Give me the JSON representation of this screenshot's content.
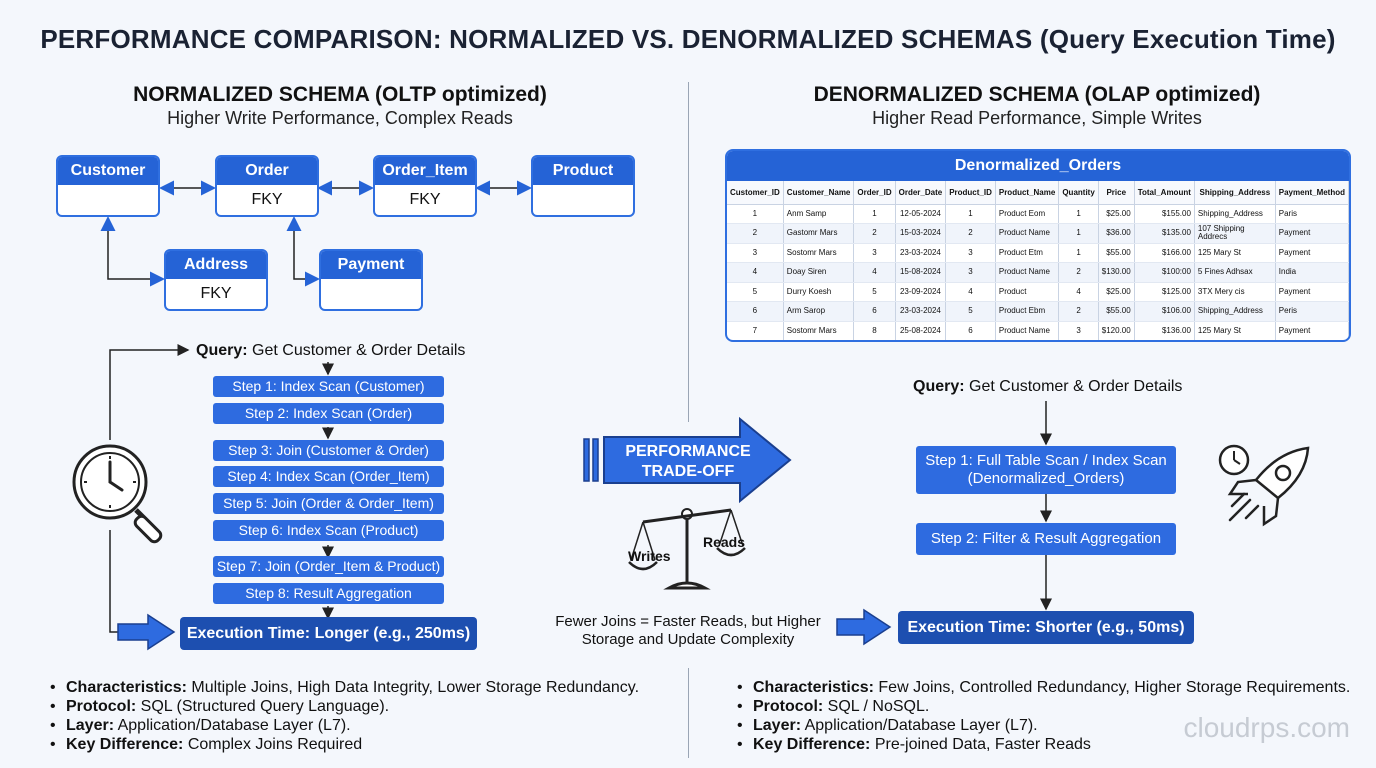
{
  "title": "PERFORMANCE COMPARISON: NORMALIZED VS. DENORMALIZED SCHEMAS (Query Execution Time)",
  "normalized": {
    "title": "NORMALIZED SCHEMA (OLTP optimized)",
    "subtitle": "Higher Write Performance, Complex Reads",
    "entities": {
      "customer": {
        "name": "Customer",
        "body": ""
      },
      "order": {
        "name": "Order",
        "body": "FKY"
      },
      "order_item": {
        "name": "Order_Item",
        "body": "FKY"
      },
      "product": {
        "name": "Product",
        "body": ""
      },
      "address": {
        "name": "Address",
        "body": "FKY"
      },
      "payment": {
        "name": "Payment",
        "body": ""
      }
    },
    "query_label": "Query:",
    "query_text": "Get Customer & Order Details",
    "steps": [
      "Step 1: Index Scan (Customer)",
      "Step 2: Index Scan (Order)",
      "Step 3: Join (Customer & Order)",
      "Step 4: Index Scan (Order_Item)",
      "Step 5: Join (Order & Order_Item)",
      "Step 6: Index Scan (Product)",
      "Step 7: Join (Order_Item & Product)",
      "Step 8: Result Aggregation"
    ],
    "execution": "Execution Time: Longer (e.g., 250ms)",
    "bullets": [
      {
        "label": "Characteristics:",
        "text": " Multiple Joins, High Data Integrity, Lower Storage Redundancy."
      },
      {
        "label": "Protocol:",
        "text": " SQL (Structured Query Language)."
      },
      {
        "label": "Layer:",
        "text": " Application/Database Layer (L7)."
      },
      {
        "label": "Key Difference:",
        "text": " Complex Joins Required"
      }
    ]
  },
  "denormalized": {
    "title": "DENORMALIZED SCHEMA (OLAP optimized)",
    "subtitle": "Higher Read Performance, Simple Writes",
    "table": {
      "title": "Denormalized_Orders",
      "columns": [
        "Customer_ID",
        "Customer_Name",
        "Order_ID",
        "Order_Date",
        "Product_ID",
        "Product_Name",
        "Quantity",
        "Price",
        "Total_Amount",
        "Shipping_Address",
        "Payment_Method"
      ],
      "rows": [
        [
          "1",
          "Anm Samp",
          "1",
          "12-05-2024",
          "1",
          "Product Eom",
          "1",
          "$25.00",
          "$155.00",
          "Shipping_Address",
          "Paris"
        ],
        [
          "2",
          "Gastomr Mars",
          "2",
          "15-03-2024",
          "2",
          "Product Name",
          "1",
          "$36.00",
          "$135.00",
          "107 Shipping Addrecs",
          "Payment"
        ],
        [
          "3",
          "Sostomr Mars",
          "3",
          "23-03-2024",
          "3",
          "Product Etm",
          "1",
          "$55.00",
          "$166.00",
          "125 Mary St",
          "Payment"
        ],
        [
          "4",
          "Doay Siren",
          "4",
          "15-08-2024",
          "3",
          "Product Name",
          "2",
          "$130.00",
          "$100:00",
          "5 Fines Adhsax",
          "India"
        ],
        [
          "5",
          "Durry Koesh",
          "5",
          "23-09-2024",
          "4",
          "Product",
          "4",
          "$25.00",
          "$125.00",
          "3TX Mery cis",
          "Payment"
        ],
        [
          "6",
          "Arm Sarop",
          "6",
          "23-03-2024",
          "5",
          "Product Ebm",
          "2",
          "$55.00",
          "$106.00",
          "Shipping_Address",
          "Peris"
        ],
        [
          "7",
          "Sostomr Mars",
          "8",
          "25-08-2024",
          "6",
          "Product Name",
          "3",
          "$120.00",
          "$136.00",
          "125 Mary St",
          "Payment"
        ]
      ]
    },
    "query_label": "Query:",
    "query_text": "Get Customer & Order Details",
    "steps": [
      "Step 1: Full Table Scan / Index Scan (Denormalized_Orders)",
      "Step 2: Filter & Result Aggregation"
    ],
    "execution": "Execution Time: Shorter (e.g., 50ms)",
    "bullets": [
      {
        "label": "Characteristics:",
        "text": " Few Joins, Controlled Redundancy, Higher Storage Requirements."
      },
      {
        "label": "Protocol:",
        "text": " SQL / NoSQL."
      },
      {
        "label": "Layer:",
        "text": " Application/Database Layer (L7)."
      },
      {
        "label": "Key Difference:",
        "text": " Pre-joined Data, Faster Reads"
      }
    ]
  },
  "center": {
    "tradeoff_line1": "PERFORMANCE",
    "tradeoff_line2": "TRADE-OFF",
    "scale_left": "Writes",
    "scale_right": "Reads",
    "note_line1": "Fewer Joins = Faster Reads, but Higher",
    "note_line2": "Storage and Update Complexity"
  },
  "watermark": "cloudrps.com",
  "colors": {
    "accent": "#2563d6",
    "accent_dark": "#1d4fb0",
    "background": "#f4f7fc"
  }
}
